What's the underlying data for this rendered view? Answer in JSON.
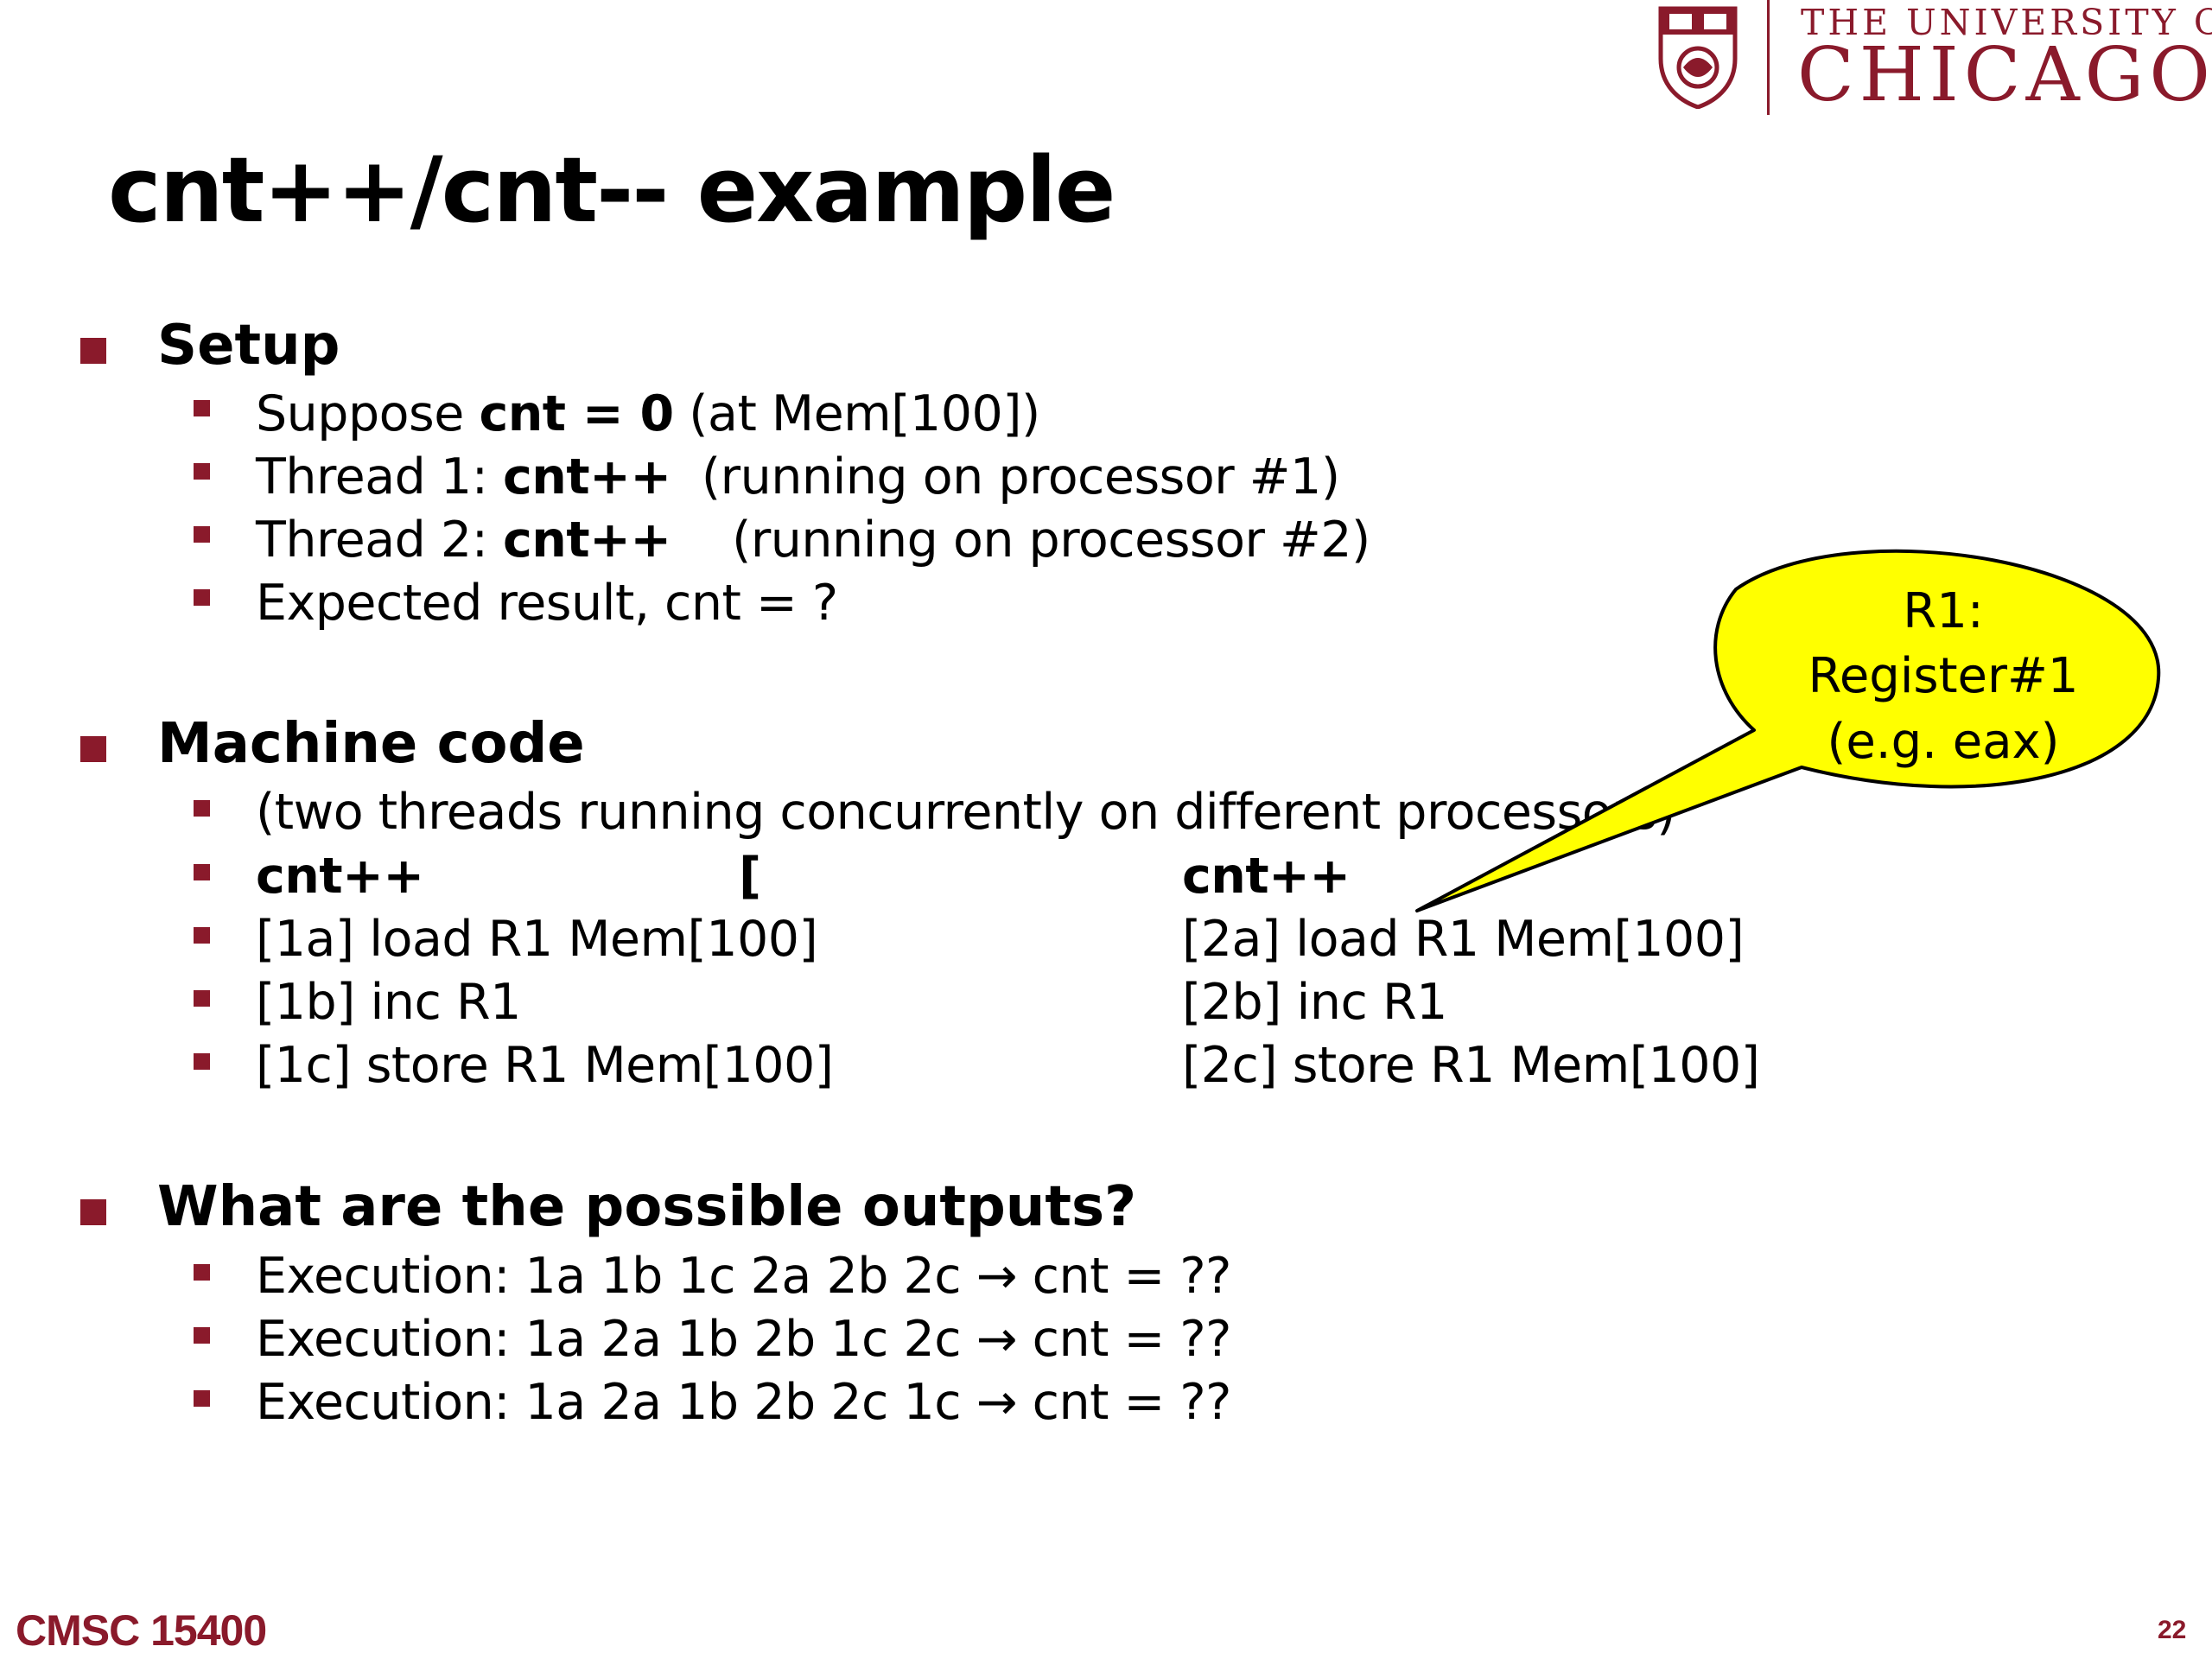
{
  "header": {
    "logo_line1": "THE UNIVERSITY OF",
    "logo_line2": "CHICAGO"
  },
  "title": "cnt++/cnt-- example",
  "sections": {
    "setup": {
      "heading": "Setup",
      "items": [
        {
          "pre": "Suppose ",
          "bold": "cnt = 0",
          "post": " (at Mem[100])"
        },
        {
          "pre": "Thread 1: ",
          "bold": "cnt++",
          "post": "  (running on processor #1)"
        },
        {
          "pre": "Thread 2: ",
          "bold": "cnt++",
          "post": "    (running on processor #2)"
        },
        {
          "pre": "Expected result, cnt = ?",
          "bold": "",
          "post": ""
        }
      ]
    },
    "machine_code": {
      "heading": "Machine code",
      "intro": "(two threads running concurrently on different processors)",
      "col1_header": "cnt++",
      "bracket": "[",
      "col2_header": "cnt++",
      "rows": [
        {
          "left": "[1a] load R1 Mem[100]",
          "right": "[2a] load R1 Mem[100]"
        },
        {
          "left": "[1b] inc R1",
          "right": "[2b] inc R1"
        },
        {
          "left": "[1c] store R1 Mem[100]",
          "right": "[2c] store R1 Mem[100]"
        }
      ]
    },
    "outputs": {
      "heading": "What are the possible outputs?",
      "items": [
        "Execution: 1a 1b 1c 2a 2b 2c → cnt = ??",
        "Execution: 1a 2a 1b 2b 1c 2c → cnt = ??",
        "Execution: 1a 2a 1b 2b 2c 1c → cnt = ??"
      ]
    }
  },
  "callout": {
    "line1": "R1:",
    "line2": "Register#1",
    "line3": "(e.g. eax)",
    "fill_color": "#ffff00"
  },
  "footer": {
    "course": "CMSC 15400",
    "page": "22"
  },
  "colors": {
    "accent": "#8a1a2b"
  }
}
